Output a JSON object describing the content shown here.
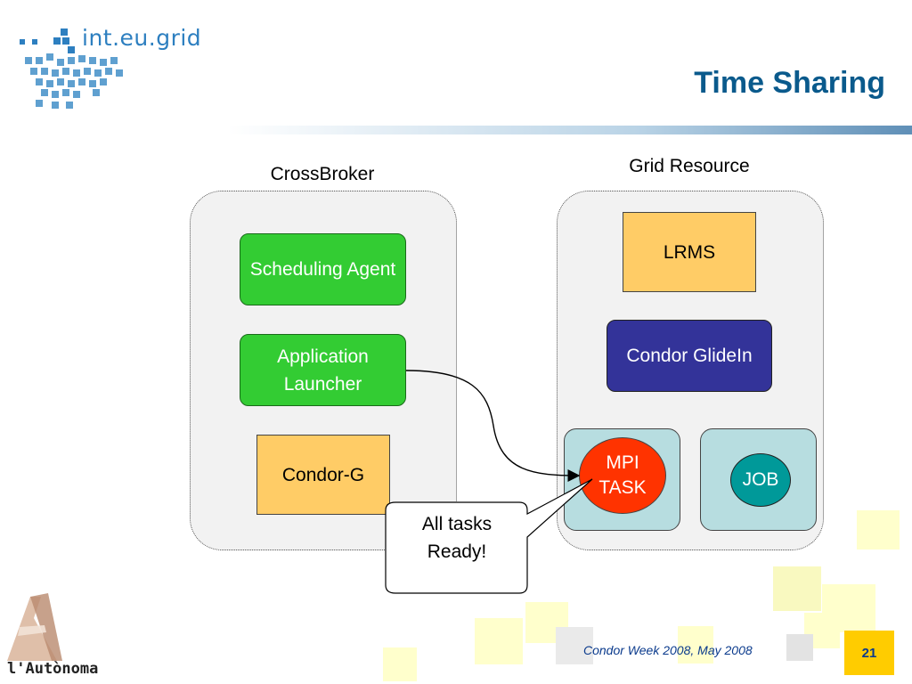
{
  "slide": {
    "title": "Time Sharing",
    "logo_text": "int.eu.grid",
    "footer": "Condor Week 2008, May 2008",
    "page_number": "21",
    "bottom_logo_text": "l'Autònoma"
  },
  "crossbroker": {
    "label": "CrossBroker",
    "scheduling_agent": "Scheduling Agent",
    "application_launcher": "Application Launcher",
    "condor_g": "Condor-G"
  },
  "grid_resource": {
    "label": "Grid Resource",
    "lrms": "LRMS",
    "condor_glidein": "Condor GlideIn",
    "mpi_task": "MPI TASK",
    "job": "JOB"
  },
  "callout": {
    "text": "All tasks Ready!"
  },
  "colors": {
    "title": "#0a5a8c",
    "green_box": "#33cc33",
    "orange_box": "#ffcc66",
    "navy_box": "#333399",
    "mpi_circle": "#ff3300",
    "job_circle": "#009999",
    "slot_box": "#b7dde0"
  },
  "icons": [
    "int-eu-grid-logo-icon",
    "autonoma-logo-icon"
  ]
}
